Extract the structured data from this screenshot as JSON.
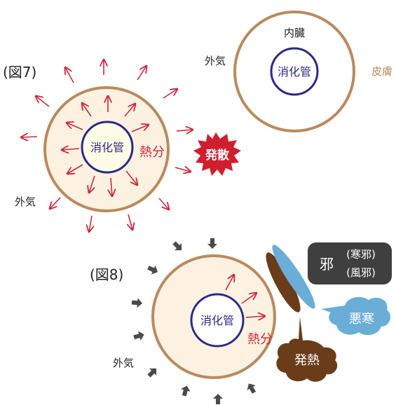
{
  "colors": {
    "skin": "#b98a5e",
    "body_fill": "#fdf2e2",
    "gut_stroke": "#2a2a86",
    "gut_fill": "#fefbe6",
    "heat": "#d0263a",
    "dark_arrow": "#4a4a4a",
    "brown": "#6a3c19",
    "blue": "#6aaed8",
    "evil_box": "#3f3f3f"
  },
  "top_diagram": {
    "label_organs": "内臓",
    "label_outside": "外気",
    "label_gut": "消化管",
    "label_skin": "皮膚"
  },
  "fig7": {
    "title": "(図7)",
    "label_gut": "消化管",
    "label_heat": "熱分",
    "label_outside": "外気",
    "burst_label": "発散"
  },
  "fig8": {
    "title": "(図8)",
    "label_gut": "消化管",
    "label_heat": "熱分",
    "label_outside": "外気",
    "evil_main": "邪",
    "evil_sub1": "(寒邪)",
    "evil_sub2": "(風邪)",
    "chill_label": "悪寒",
    "fever_label": "発熱"
  }
}
